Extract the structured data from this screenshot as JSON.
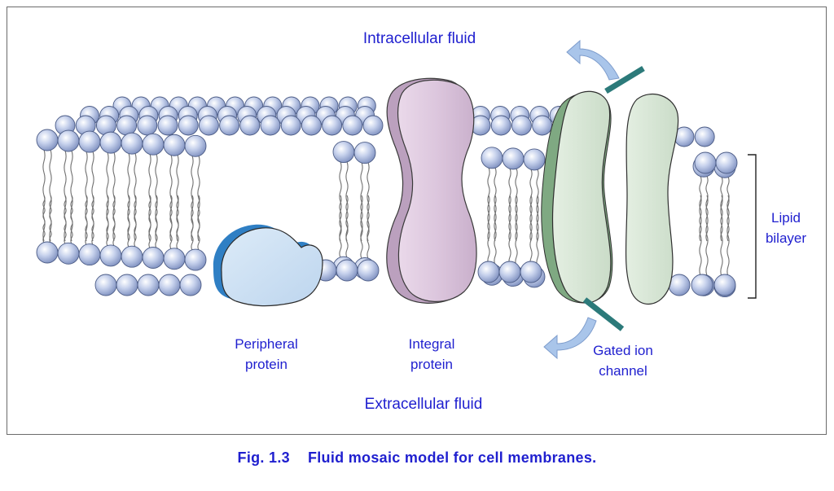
{
  "labels": {
    "intracellular": "Intracellular fluid",
    "extracellular": "Extracellular fluid",
    "peripheral": [
      "Peripheral",
      "protein"
    ],
    "integral": [
      "Integral",
      "protein"
    ],
    "gated": [
      "Gated ion",
      "channel"
    ],
    "bilayer": [
      "Lipid",
      "bilayer"
    ]
  },
  "caption": {
    "number": "Fig. 1.3",
    "text": "Fluid mosaic model for cell membranes."
  },
  "colors": {
    "text": "#1f1fcf",
    "head": "#b9c6e6",
    "peripheral": "#c9def2",
    "integral": "#dcc8dc",
    "channel": "#d7e6d5",
    "arrow": "#a9c5ea",
    "gate": "#2c7a7a"
  }
}
